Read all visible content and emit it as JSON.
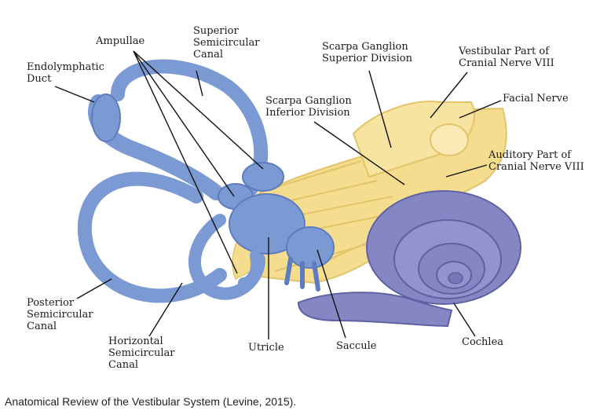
{
  "labels": {
    "ampullae": "Ampullae",
    "superior_canal": "Superior\nSemicircular\nCanal",
    "endolymphatic_duct": "Endolymphatic\nDuct",
    "scarpa_superior": "Scarpa Ganglion\nSuperior Division",
    "vestibular_nerve": "Vestibular Part of\nCranial Nerve VIII",
    "scarpa_inferior": "Scarpa Ganglion\nInferior Division",
    "facial_nerve": "Facial Nerve",
    "auditory_nerve": "Auditory Part of\nCranial Nerve VIII",
    "posterior_canal": "Posterior\nSemicircular\nCanal",
    "horizontal_canal": "Horizontal\nSemicircular\nCanal",
    "utricle": "Utricle",
    "saccule": "Saccule",
    "cochlea": "Cochlea"
  },
  "caption": "Anatomical Review of the Vestibular System (Levine, 2015).",
  "colors": {
    "labyrinth": "#7b9ad3",
    "labyrinth_dark": "#5c7cbf",
    "nerve": "#f4dd8e",
    "nerve_dark": "#e2c46a",
    "cochlea": "#8587c4",
    "cochlea_dark": "#5f61a3"
  }
}
